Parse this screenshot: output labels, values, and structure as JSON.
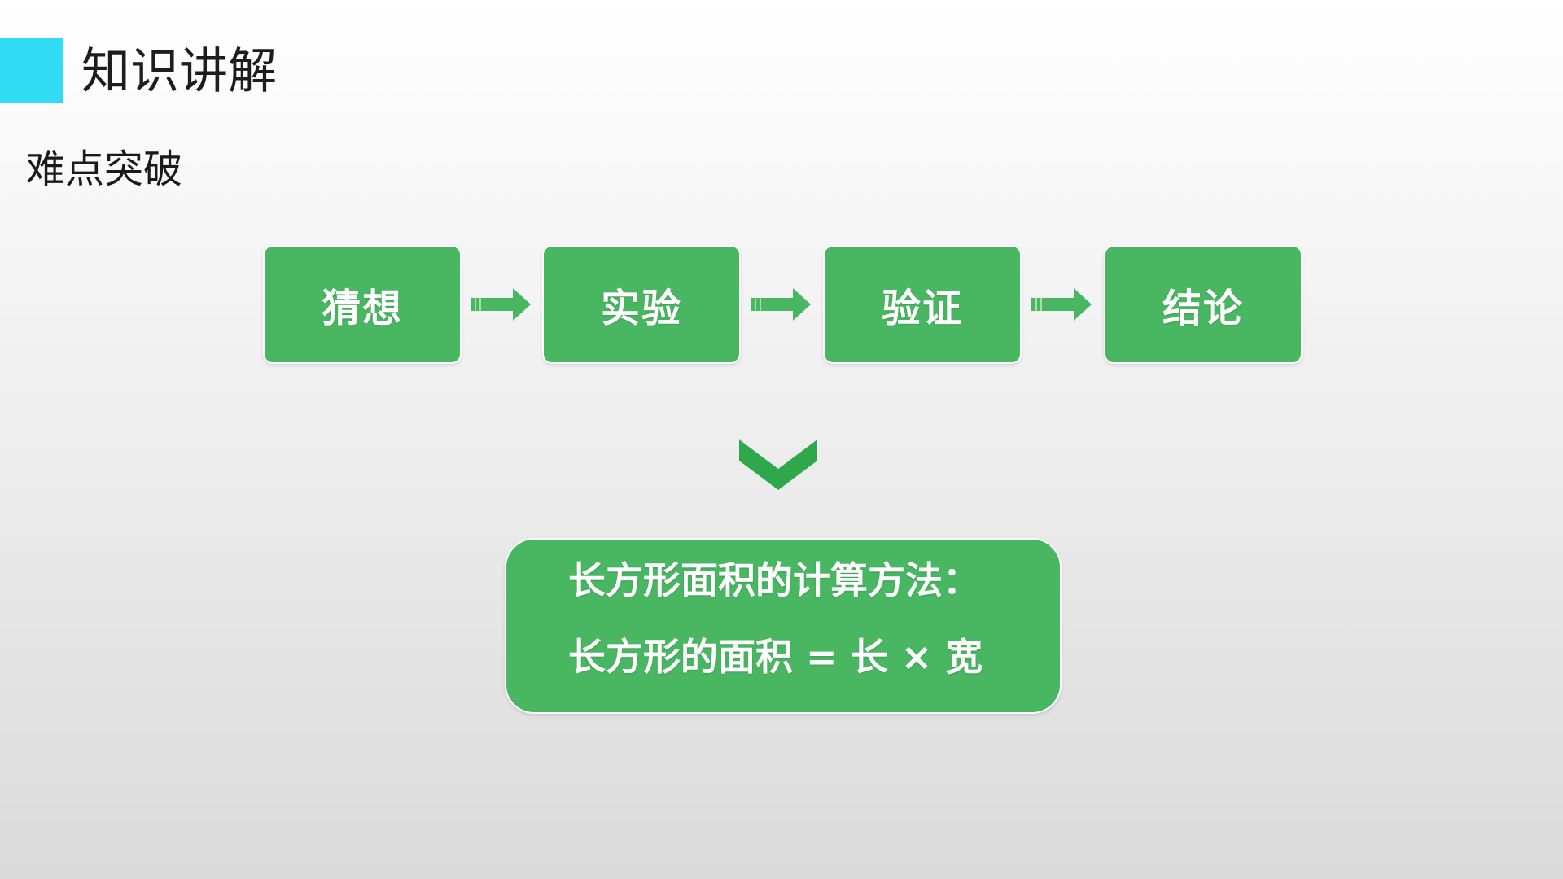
{
  "header": {
    "title": "知识讲解",
    "accent_color": "#2fdcf4"
  },
  "subtitle": "难点突破",
  "flow": {
    "steps": [
      {
        "label": "猜想"
      },
      {
        "label": "实验"
      },
      {
        "label": "验证"
      },
      {
        "label": "结论"
      }
    ],
    "box_color": "#49b762",
    "arrow_icon": "right-arrow-icon"
  },
  "result": {
    "line1": "长方形面积的计算方法：",
    "line2": "长方形的面积 = 长 × 宽",
    "icon": "chevron-down-icon",
    "box_color": "#49b762"
  }
}
